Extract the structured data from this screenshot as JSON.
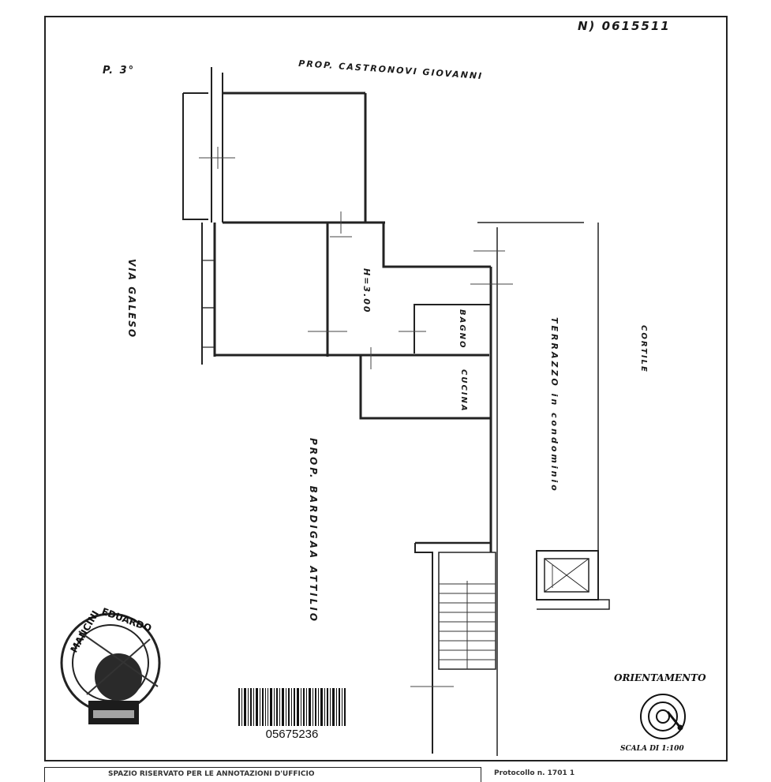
{
  "drawing": {
    "sheet_number": "N) 0615511",
    "floor_label": "P. 3°",
    "owner_north": "PROP. CASTRONOVI GIOVANNI",
    "street_label": "VIA GALESO",
    "room_height": "H=3.00",
    "bath_label": "BAGNO",
    "kitchen_label": "CUCINA",
    "terrace_label": "TERRAZZO in condominio",
    "courtyard_label": "CORTILE",
    "owner_south": "PROP. BARDIGAA ATTILIO",
    "orientation_label": "ORIENTAMENTO",
    "scale_label": "SCALA DI 1:100"
  },
  "stamp": {
    "text": "MANCINI EDUARDO"
  },
  "barcode": {
    "number": "05675236"
  },
  "footer": {
    "left_text": "SPAZIO RISERVATO PER LE ANNOTAZIONI D'UFFICIO",
    "right_text": "Protocollo n.    1701 1"
  }
}
